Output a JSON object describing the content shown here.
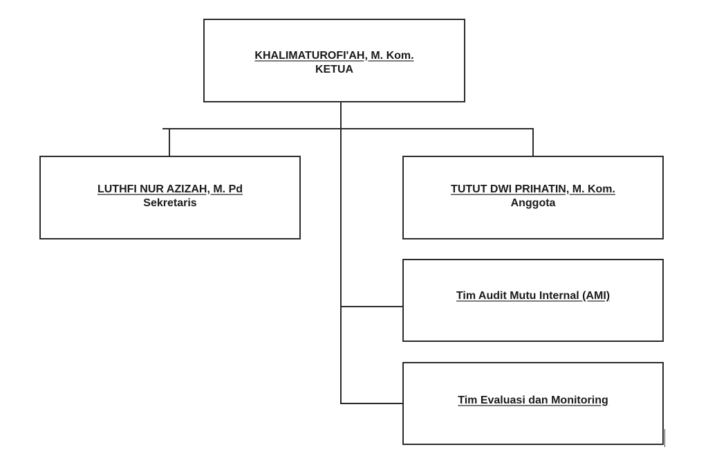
{
  "diagram": {
    "type": "org-chart",
    "nodes": [
      {
        "id": "ketua",
        "name": "KHALIMATUROFI'AH, M. Kom.",
        "role": "KETUA"
      },
      {
        "id": "sekretaris",
        "name": "LUTHFI NUR AZIZAH, M. Pd",
        "role": "Sekretaris",
        "parent": "ketua"
      },
      {
        "id": "anggota",
        "name": "TUTUT DWI PRIHATIN, M. Kom.",
        "role": "Anggota",
        "parent": "ketua"
      },
      {
        "id": "ami",
        "name": "Tim Audit Mutu Internal (AMI)",
        "role": "",
        "parent": "ketua"
      },
      {
        "id": "monev",
        "name": "Tim Evaluasi dan Monitoring",
        "role": "",
        "parent": "ketua"
      }
    ],
    "colors": {
      "line": "#2a2a2a",
      "underline": "#7a7a7a",
      "text": "#1a1a1a"
    }
  }
}
